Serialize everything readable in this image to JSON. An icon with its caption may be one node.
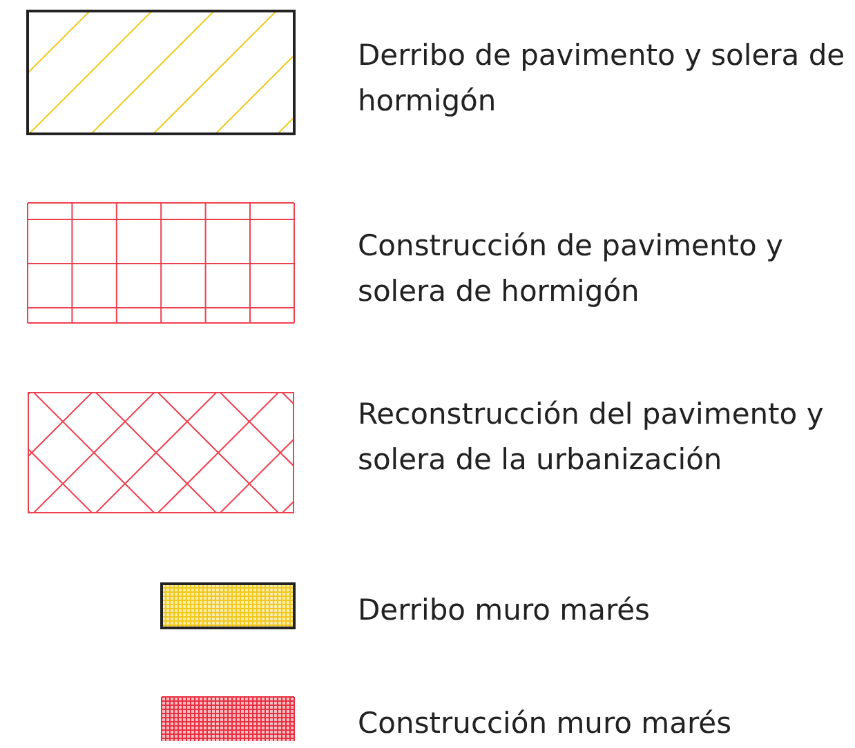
{
  "diagram": {
    "legend": [
      {
        "text": "Derribo de pavimento y solera de hormigón"
      },
      {
        "text": "Construcción de pavimento y solera de hormigón"
      },
      {
        "text": "Reconstrucción del pavimento y solera de la urbanización"
      },
      {
        "text": "Derribo muro marés"
      },
      {
        "text": "Construcción muro marés"
      }
    ]
  }
}
